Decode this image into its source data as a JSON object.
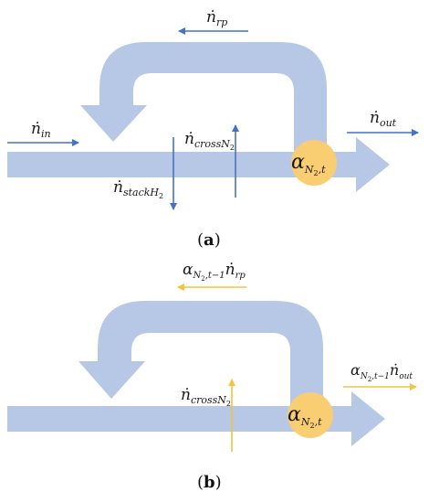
{
  "colors": {
    "flow": "#b7c8e6",
    "node": "#f9cd72",
    "arrow_a": "#4472c4",
    "arrow_b": "#f5c242",
    "text": "#1a1a1a"
  },
  "panel_a": {
    "caption_open": "(",
    "caption_letter": "a",
    "caption_close": ")",
    "n_rp": {
      "sym": "ṅ",
      "sub": "rp"
    },
    "n_in": {
      "sym": "ṅ",
      "sub": "in"
    },
    "n_out": {
      "sym": "ṅ",
      "sub": "out"
    },
    "n_cross": {
      "sym": "ṅ",
      "sub": "cross",
      "subsub": "N",
      "subsub2": "2"
    },
    "n_stack": {
      "sym": "ṅ",
      "sub": "stack",
      "subsub": "H",
      "subsub2": "2"
    },
    "alpha": {
      "sym": "α",
      "sub": "N",
      "sub2": "2",
      "sub3": ",t"
    }
  },
  "panel_b": {
    "caption_open": "(",
    "caption_letter": "b",
    "caption_close": ")",
    "alpha_rp": {
      "sym": "α",
      "sub": "N",
      "sub2": "2",
      "sub3": ",t−1",
      "tail_sym": "ṅ",
      "tail_sub": "rp"
    },
    "alpha_out": {
      "sym": "α",
      "sub": "N",
      "sub2": "2",
      "sub3": ",t−1",
      "tail_sym": "ṅ",
      "tail_sub": "out"
    },
    "n_cross": {
      "sym": "ṅ",
      "sub": "cross",
      "subsub": "N",
      "subsub2": "2"
    },
    "alpha": {
      "sym": "α",
      "sub": "N",
      "sub2": "2",
      "sub3": ",t"
    }
  }
}
